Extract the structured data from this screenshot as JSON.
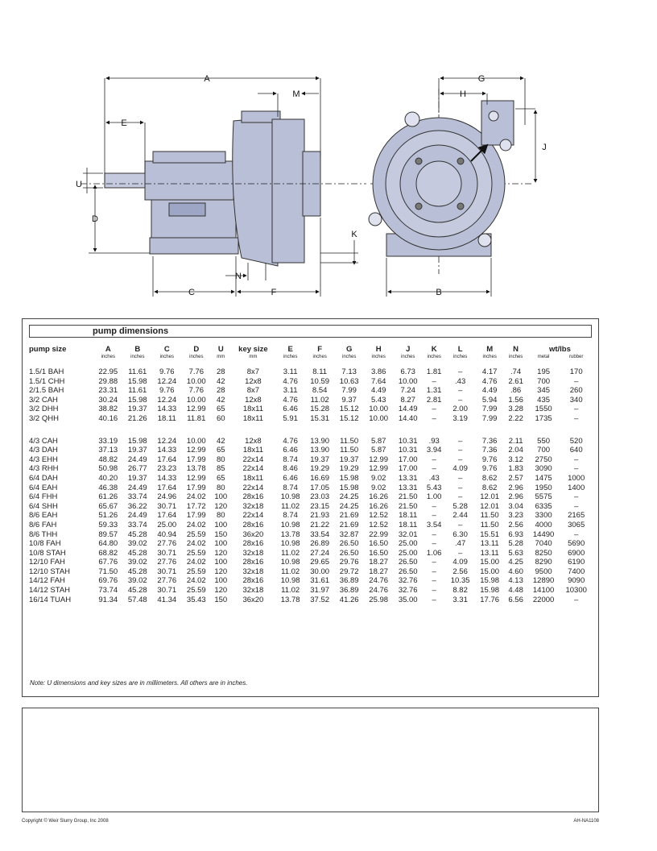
{
  "drawing": {
    "labels": [
      "A",
      "M",
      "E",
      "U",
      "D",
      "K",
      "N",
      "C",
      "F",
      "G",
      "H",
      "J",
      "B"
    ]
  },
  "table": {
    "title": "pump dimensions",
    "columns": [
      {
        "name": "pump size",
        "unit": ""
      },
      {
        "name": "A",
        "unit": "inches"
      },
      {
        "name": "B",
        "unit": "inches"
      },
      {
        "name": "C",
        "unit": "inches"
      },
      {
        "name": "D",
        "unit": "inches"
      },
      {
        "name": "U",
        "unit": "mm"
      },
      {
        "name": "key size",
        "unit": "mm"
      },
      {
        "name": "E",
        "unit": "inches"
      },
      {
        "name": "F",
        "unit": "inches"
      },
      {
        "name": "G",
        "unit": "inches"
      },
      {
        "name": "H",
        "unit": "inches"
      },
      {
        "name": "J",
        "unit": "inches"
      },
      {
        "name": "K",
        "unit": "inches"
      },
      {
        "name": "L",
        "unit": "inches"
      },
      {
        "name": "M",
        "unit": "inches"
      },
      {
        "name": "N",
        "unit": "inches"
      }
    ],
    "weight_header": "wt/lbs",
    "weight_units": [
      "metal",
      "rubber"
    ],
    "rows": [
      [
        "1.5/1 BAH",
        "22.95",
        "11.61",
        "9.76",
        "7.76",
        "28",
        "8x7",
        "3.11",
        "8.11",
        "7.13",
        "3.86",
        "6.73",
        "1.81",
        "–",
        "4.17",
        ".74",
        "195",
        "170"
      ],
      [
        "1.5/1 CHH",
        "29.88",
        "15.98",
        "12.24",
        "10.00",
        "42",
        "12x8",
        "4.76",
        "10.59",
        "10.63",
        "7.64",
        "10.00",
        "–",
        ".43",
        "4.76",
        "2.61",
        "700",
        "–"
      ],
      [
        "2/1.5 BAH",
        "23.31",
        "11.61",
        "9.76",
        "7.76",
        "28",
        "8x7",
        "3.11",
        "8.54",
        "7.99",
        "4.49",
        "7.24",
        "1.31",
        "–",
        "4.49",
        ".86",
        "345",
        "260"
      ],
      [
        "3/2 CAH",
        "30.24",
        "15.98",
        "12.24",
        "10.00",
        "42",
        "12x8",
        "4.76",
        "11.02",
        "9.37",
        "5.43",
        "8.27",
        "2.81",
        "–",
        "5.94",
        "1.56",
        "435",
        "340"
      ],
      [
        "3/2 DHH",
        "38.82",
        "19.37",
        "14.33",
        "12.99",
        "65",
        "18x11",
        "6.46",
        "15.28",
        "15.12",
        "10.00",
        "14.49",
        "–",
        "2.00",
        "7.99",
        "3.28",
        "1550",
        "–"
      ],
      [
        "3/2 QHH",
        "40.16",
        "21.26",
        "18.11",
        "11.81",
        "60",
        "18x11",
        "5.91",
        "15.31",
        "15.12",
        "10.00",
        "14.40",
        "–",
        "3.19",
        "7.99",
        "2.22",
        "1735",
        "–"
      ],
      [
        "4/3 CAH",
        "33.19",
        "15.98",
        "12.24",
        "10.00",
        "42",
        "12x8",
        "4.76",
        "13.90",
        "11.50",
        "5.87",
        "10.31",
        ".93",
        "–",
        "7.36",
        "2.11",
        "550",
        "520"
      ],
      [
        "4/3 DAH",
        "37.13",
        "19.37",
        "14.33",
        "12.99",
        "65",
        "18x11",
        "6.46",
        "13.90",
        "11.50",
        "5.87",
        "10.31",
        "3.94",
        "–",
        "7.36",
        "2.04",
        "700",
        "640"
      ],
      [
        "4/3 EHH",
        "48.82",
        "24.49",
        "17.64",
        "17.99",
        "80",
        "22x14",
        "8.74",
        "19.37",
        "19.37",
        "12.99",
        "17.00",
        "–",
        "–",
        "9.76",
        "3.12",
        "2750",
        "–"
      ],
      [
        "4/3 RHH",
        "50.98",
        "26.77",
        "23.23",
        "13.78",
        "85",
        "22x14",
        "8.46",
        "19.29",
        "19.29",
        "12.99",
        "17.00",
        "–",
        "4.09",
        "9.76",
        "1.83",
        "3090",
        "–"
      ],
      [
        "6/4 DAH",
        "40.20",
        "19.37",
        "14.33",
        "12.99",
        "65",
        "18x11",
        "6.46",
        "16.69",
        "15.98",
        "9.02",
        "13.31",
        ".43",
        "–",
        "8.62",
        "2.57",
        "1475",
        "1000"
      ],
      [
        "6/4 EAH",
        "46.38",
        "24.49",
        "17.64",
        "17.99",
        "80",
        "22x14",
        "8.74",
        "17.05",
        "15.98",
        "9.02",
        "13.31",
        "5.43",
        "–",
        "8.62",
        "2.96",
        "1950",
        "1400"
      ],
      [
        "6/4 FHH",
        "61.26",
        "33.74",
        "24.96",
        "24.02",
        "100",
        "28x16",
        "10.98",
        "23.03",
        "24.25",
        "16.26",
        "21.50",
        "1.00",
        "–",
        "12.01",
        "2.96",
        "5575",
        "–"
      ],
      [
        "6/4 SHH",
        "65.67",
        "36.22",
        "30.71",
        "17.72",
        "120",
        "32x18",
        "11.02",
        "23.15",
        "24.25",
        "16.26",
        "21.50",
        "–",
        "5.28",
        "12.01",
        "3.04",
        "6335",
        "–"
      ],
      [
        "8/6 EAH",
        "51.26",
        "24.49",
        "17.64",
        "17.99",
        "80",
        "22x14",
        "8.74",
        "21.93",
        "21.69",
        "12.52",
        "18.11",
        "–",
        "2.44",
        "11.50",
        "3.23",
        "3300",
        "2165"
      ],
      [
        "8/6 FAH",
        "59.33",
        "33.74",
        "25.00",
        "24.02",
        "100",
        "28x16",
        "10.98",
        "21.22",
        "21.69",
        "12.52",
        "18.11",
        "3.54",
        "–",
        "11.50",
        "2.56",
        "4000",
        "3065"
      ],
      [
        "8/6 THH",
        "89.57",
        "45.28",
        "40.94",
        "25.59",
        "150",
        "36x20",
        "13.78",
        "33.54",
        "32.87",
        "22.99",
        "32.01",
        "–",
        "6.30",
        "15.51",
        "6.93",
        "14490",
        "–"
      ],
      [
        "10/8 FAH",
        "64.80",
        "39.02",
        "27.76",
        "24.02",
        "100",
        "28x16",
        "10.98",
        "26.89",
        "26.50",
        "16.50",
        "25.00",
        "–",
        ".47",
        "13.11",
        "5.28",
        "7040",
        "5690"
      ],
      [
        "10/8 STAH",
        "68.82",
        "45.28",
        "30.71",
        "25.59",
        "120",
        "32x18",
        "11.02",
        "27.24",
        "26.50",
        "16.50",
        "25.00",
        "1.06",
        "–",
        "13.11",
        "5.63",
        "8250",
        "6900"
      ],
      [
        "12/10 FAH",
        "67.76",
        "39.02",
        "27.76",
        "24.02",
        "100",
        "28x16",
        "10.98",
        "29.65",
        "29.76",
        "18.27",
        "26.50",
        "–",
        "4.09",
        "15.00",
        "4.25",
        "8290",
        "6190"
      ],
      [
        "12/10 STAH",
        "71.50",
        "45.28",
        "30.71",
        "25.59",
        "120",
        "32x18",
        "11.02",
        "30.00",
        "29.72",
        "18.27",
        "26.50",
        "–",
        "2.56",
        "15.00",
        "4.60",
        "9500",
        "7400"
      ],
      [
        "14/12 FAH",
        "69.76",
        "39.02",
        "27.76",
        "24.02",
        "100",
        "28x16",
        "10.98",
        "31.61",
        "36.89",
        "24.76",
        "32.76",
        "–",
        "10.35",
        "15.98",
        "4.13",
        "12890",
        "9090"
      ],
      [
        "14/12 STAH",
        "73.74",
        "45.28",
        "30.71",
        "25.59",
        "120",
        "32x18",
        "11.02",
        "31.97",
        "36.89",
        "24.76",
        "32.76",
        "–",
        "8.82",
        "15.98",
        "4.48",
        "14100",
        "10300"
      ],
      [
        "16/14 TUAH",
        "91.34",
        "57.48",
        "41.34",
        "35.43",
        "150",
        "36x20",
        "13.78",
        "37.52",
        "41.26",
        "25.98",
        "35.00",
        "–",
        "3.31",
        "17.76",
        "6.56",
        "22000",
        "–"
      ]
    ],
    "note": "Note: U dimensions and key sizes are in millimeters. All others are in inches."
  },
  "footer": {
    "copyright": "Copyright © Weir Slurry Group, Inc 2008",
    "doc_code": "AH-NA1108"
  }
}
